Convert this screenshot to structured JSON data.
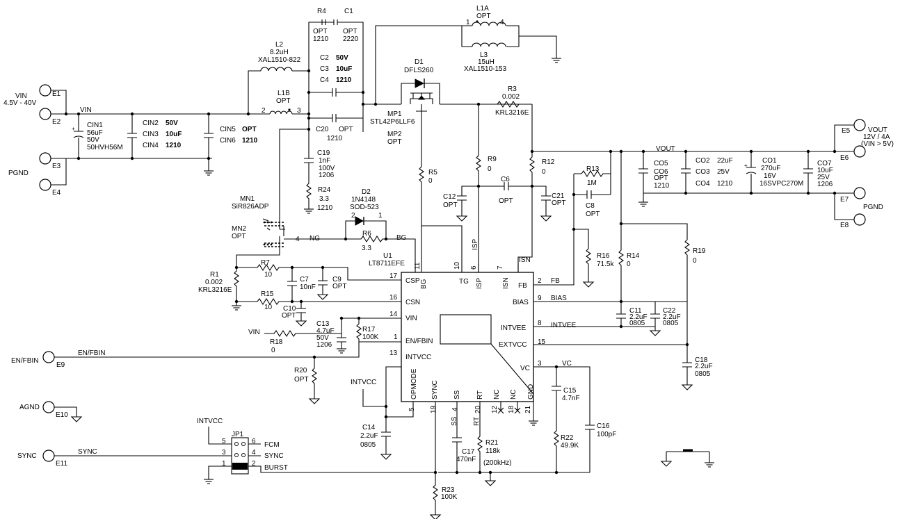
{
  "input": {
    "vin_label": "VIN",
    "vin_range": "4.5V - 40V",
    "pgnd_label": "PGND",
    "net_vin": "VIN",
    "test_points": [
      "E1",
      "E2",
      "E3",
      "E4"
    ]
  },
  "caps_in": {
    "cin1": [
      "CIN1",
      "56uF",
      "50V",
      "50HVH56M"
    ],
    "cin2_names": [
      "CIN2",
      "CIN3",
      "CIN4"
    ],
    "cin2_vals": [
      "50V",
      "10uF",
      "1210"
    ],
    "cin5_names": [
      "CIN5",
      "CIN6"
    ],
    "cin5_vals": [
      "OPT",
      "1210"
    ]
  },
  "top": {
    "r4": [
      "R4",
      "OPT",
      "1210"
    ],
    "c1": [
      "C1",
      "OPT",
      "2220"
    ],
    "l2": [
      "L2",
      "8.2uH",
      "XAL1510-822"
    ],
    "c2_names": [
      "C2",
      "C3",
      "C4"
    ],
    "c2_vals": [
      "50V",
      "10uF",
      "1210"
    ],
    "l1b": [
      "L1B",
      "OPT"
    ],
    "l1b_pins": [
      "2",
      "3"
    ],
    "c20": [
      "C20",
      "OPT",
      "1210"
    ],
    "c19": [
      "C19",
      "1nF",
      "100V",
      "1206"
    ],
    "r24": [
      "R24",
      "3.3",
      "1210"
    ],
    "l1a": [
      "L1A",
      "OPT"
    ],
    "l1a_pins": [
      "1",
      "4"
    ],
    "l3": [
      "L3",
      "15uH",
      "XAL1510-153"
    ],
    "d1": [
      "D1",
      "DFLS260"
    ],
    "mp1": [
      "MP1",
      "STL42P6LLF6"
    ],
    "mp2": [
      "MP2",
      "OPT"
    ],
    "r3": [
      "R3",
      "0.002",
      "KRL3216E"
    ]
  },
  "mid": {
    "mn1": [
      "MN1",
      "SiR826ADP"
    ],
    "mn2": [
      "MN2",
      "OPT"
    ],
    "d2": [
      "D2",
      "1N4148",
      "SOD-523"
    ],
    "d2_pins": [
      "2",
      "1"
    ],
    "r6": [
      "R6",
      "3.3"
    ],
    "ng": "NG",
    "bg": "BG",
    "u1": [
      "U1",
      "LT8711EFE"
    ],
    "r5": [
      "R5",
      "0"
    ],
    "r9": [
      "R9",
      "0"
    ],
    "r12": [
      "R12",
      "0"
    ],
    "c6": [
      "C6",
      "OPT"
    ],
    "c12": [
      "C12",
      "OPT"
    ],
    "c21": [
      "C21",
      "OPT"
    ],
    "r13": [
      "R13",
      "1M"
    ],
    "c8": [
      "C8",
      "OPT"
    ],
    "pin_4": "4",
    "r1": [
      "R1",
      "0.002",
      "KRL3216E"
    ],
    "r7": [
      "R7",
      "10"
    ],
    "r15": [
      "R15",
      "10"
    ],
    "c7": [
      "C7",
      "10nF"
    ],
    "c9": [
      "C9",
      "OPT"
    ],
    "c10": [
      "C10",
      "OPT"
    ],
    "c13": [
      "C13",
      "4.7uF",
      "50V",
      "1206"
    ],
    "r17": [
      "R17",
      "100K"
    ],
    "r18": [
      "R18",
      "0"
    ],
    "vin_net": "VIN",
    "r20": [
      "R20",
      "OPT"
    ],
    "intvcc": "INTVCC",
    "r16": [
      "R16",
      "71.5k"
    ],
    "r14": [
      "R14",
      "0"
    ],
    "r19": [
      "R19",
      "0"
    ],
    "isn_net": "ISN",
    "isp_net": "ISP"
  },
  "ic": {
    "left_pins": [
      {
        "num": "17",
        "name": "CSP"
      },
      {
        "num": "16",
        "name": "CSN"
      },
      {
        "num": "14",
        "name": "VIN"
      },
      {
        "num": "1",
        "name": "EN/FBIN"
      },
      {
        "num": "13",
        "name": "INTVCC"
      }
    ],
    "top_pins": [
      {
        "num": "11",
        "name": "BG"
      },
      {
        "num": "10",
        "name": "TG"
      },
      {
        "num": "6",
        "name": "ISP"
      },
      {
        "num": "7",
        "name": "ISN"
      }
    ],
    "right_pins": [
      {
        "num": "2",
        "name": "FB",
        "net": "FB"
      },
      {
        "num": "9",
        "name": "BIAS",
        "net": "BIAS"
      },
      {
        "num": "8",
        "name": "INTVEE",
        "net": "INTVEE"
      },
      {
        "num": "15",
        "name": "EXTVCC",
        "net": ""
      },
      {
        "num": "3",
        "name": "VC",
        "net": "VC"
      }
    ],
    "bottom_pins": [
      {
        "num": "5",
        "name": "OPMODE"
      },
      {
        "num": "19",
        "name": "SYNC"
      },
      {
        "num": "4",
        "name": "SS"
      },
      {
        "num": "20",
        "name": "RT"
      },
      {
        "num": "12",
        "name": "NC"
      },
      {
        "num": "18",
        "name": "NC"
      },
      {
        "num": "21",
        "name": "GND"
      }
    ],
    "ss_net": "SS",
    "rt_net": "RT"
  },
  "right": {
    "vout_net": "VOUT",
    "co5_names": [
      "CO5",
      "CO6"
    ],
    "co5_vals": [
      "OPT",
      "1210"
    ],
    "co2_names": [
      "CO2",
      "CO3",
      "CO4"
    ],
    "co2_vals": [
      "22uF",
      "25V",
      "1210"
    ],
    "co1": [
      "CO1",
      "270uF",
      "16V",
      "16SVPC270M"
    ],
    "co7": [
      "CO7",
      "10uF",
      "25V",
      "1206"
    ],
    "vout_label": [
      "VOUT",
      "12V / 4A",
      "(VIN > 5V)"
    ],
    "pgnd_label": "PGND",
    "test_points": [
      "E5",
      "E6",
      "E7",
      "E8"
    ],
    "c11": [
      "C11",
      "2.2uF",
      "0805"
    ],
    "c22": [
      "C22",
      "2.2uF",
      "0805"
    ],
    "c18": [
      "C18",
      "2.2uF",
      "0805"
    ]
  },
  "bottom": {
    "enfbin_label": "EN/FBIN",
    "enfbin_net": "EN/FBIN",
    "e9": "E9",
    "agnd_label": "AGND",
    "e10": "E10",
    "sync_label": "SYNC",
    "sync_net": "SYNC",
    "e11": "E11",
    "intvcc_jp": "INTVCC",
    "jp1": "JP1",
    "jp_pins": [
      "5",
      "6",
      "3",
      "4",
      "1",
      "2"
    ],
    "jp_labels": [
      "FCM",
      "SYNC",
      "BURST"
    ],
    "c14": [
      "C14",
      "2.2uF",
      "0805"
    ],
    "intvcc_c14": "INTVCC",
    "c17": [
      "C17",
      "470nF"
    ],
    "r21": [
      "R21",
      "118k",
      "(200kHz)"
    ],
    "c15": [
      "C15",
      "4.7nF"
    ],
    "r22": [
      "R22",
      "49.9K"
    ],
    "c16": [
      "C16",
      "100pF"
    ],
    "r23": [
      "R23",
      "100K"
    ]
  }
}
